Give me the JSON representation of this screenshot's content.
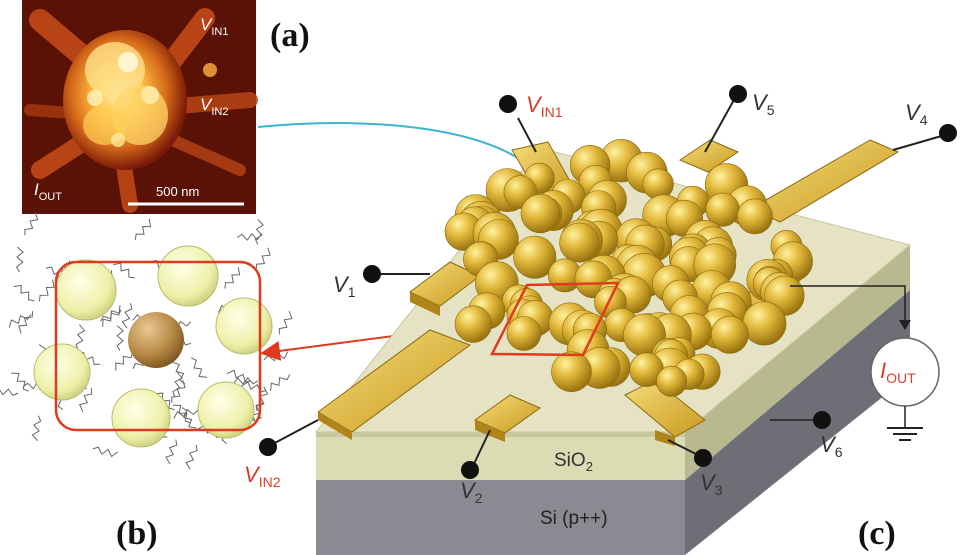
{
  "panels": {
    "a": "(a)",
    "b": "(b)",
    "c": "(c)"
  },
  "afm": {
    "vin1_main": "V",
    "vin1_sub": "IN1",
    "vin2_main": "V",
    "vin2_sub": "IN2",
    "iout_main": "I",
    "iout_sub": "OUT",
    "scale_bar": "500 nm"
  },
  "device": {
    "vin1_main": "V",
    "vin1_sub": "IN1",
    "vin2_main": "V",
    "vin2_sub": "IN2",
    "v1_main": "V",
    "v1_sub": "1",
    "v2_main": "V",
    "v2_sub": "2",
    "v3_main": "V",
    "v3_sub": "3",
    "v4_main": "V",
    "v4_sub": "4",
    "v5_main": "V",
    "v5_sub": "5",
    "v6_main": "V",
    "v6_sub": "6",
    "iout_main": "I",
    "iout_sub": "OUT",
    "sio2_main": "SiO",
    "sio2_sub": "2",
    "si_label": "Si (p++)"
  },
  "colors": {
    "gold": "#d4a82a",
    "gold_light": "#f0d56a",
    "gold_dark": "#8a6a10",
    "sio2": "#dcdcb4",
    "si": "#8a8a92",
    "accent_red": "#e03a1e",
    "arrow_cyan": "#3bb6cf",
    "label_red": "#d3412b"
  }
}
